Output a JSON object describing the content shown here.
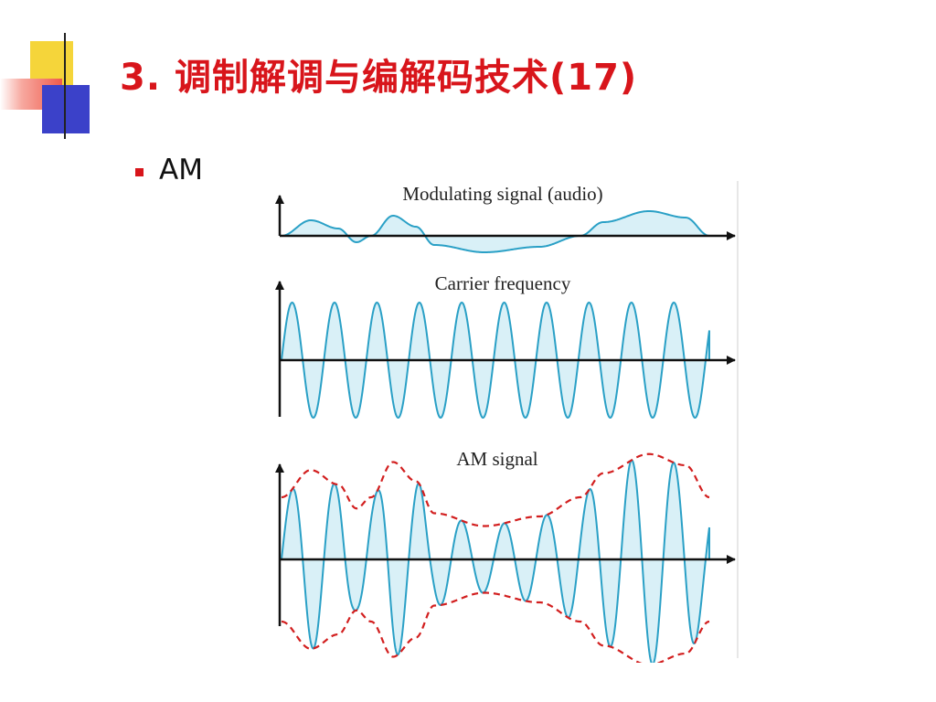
{
  "slide": {
    "title": "3. 调制解调与编解码技术(17)",
    "bullet": "AM"
  },
  "diagram": {
    "panels": [
      {
        "label": "Modulating signal (audio)"
      },
      {
        "label": "Carrier frequency"
      },
      {
        "label": "AM signal"
      }
    ]
  },
  "colors": {
    "title_red": "#d8151b",
    "signal_stroke": "#2aa0c6",
    "signal_fill": "#d9f0f7",
    "envelope_red": "#d21f1f",
    "axis": "#111111"
  }
}
